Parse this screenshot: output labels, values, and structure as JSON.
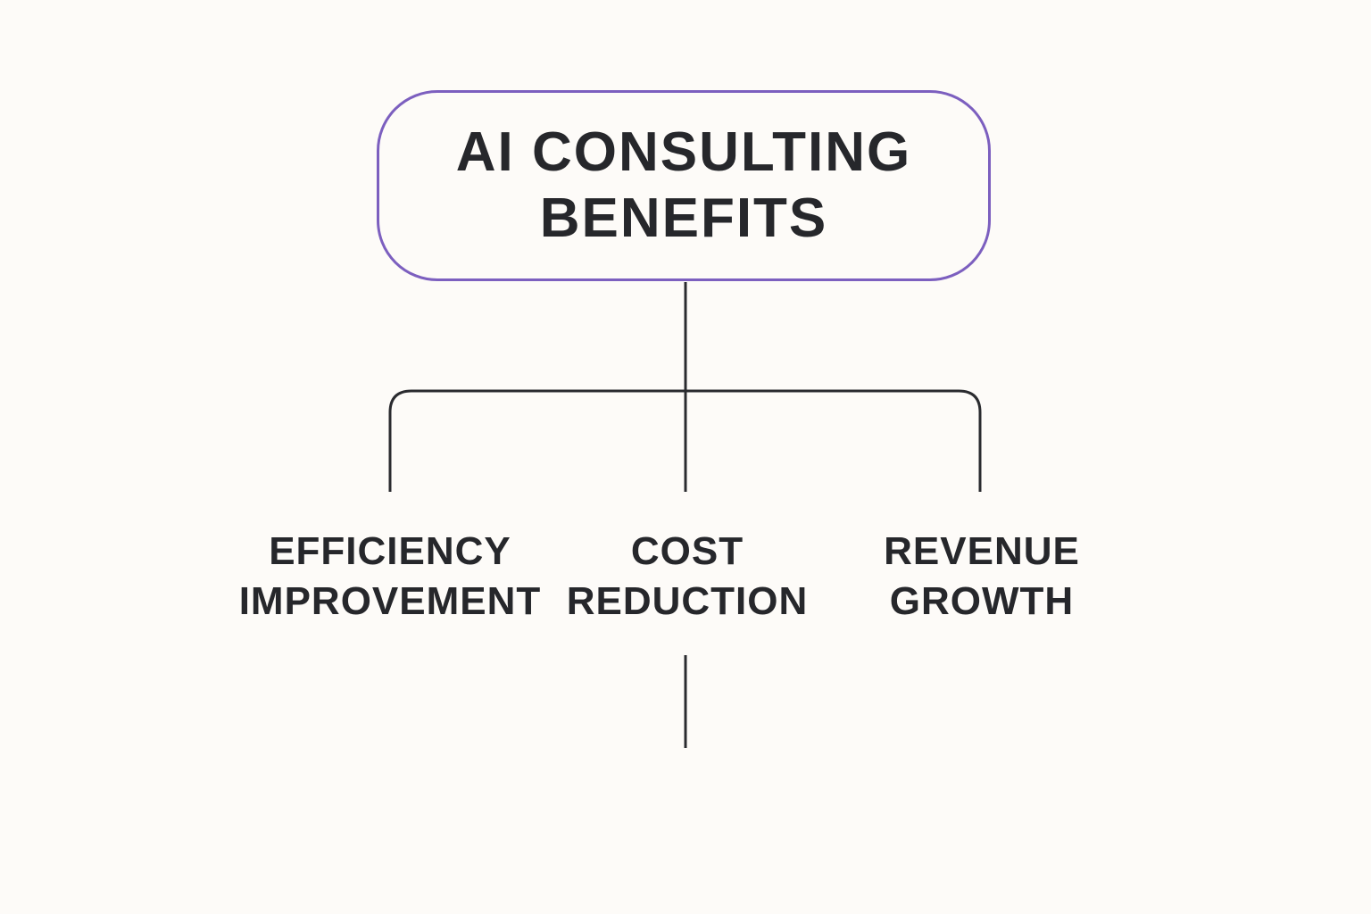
{
  "diagram": {
    "root": {
      "lines": [
        "AI CONSULTING",
        "BENEFITS"
      ]
    },
    "children": [
      {
        "lines": [
          "EFFICIENCY",
          "IMPROVEMENT"
        ]
      },
      {
        "lines": [
          "COST",
          "REDUCTION"
        ]
      },
      {
        "lines": [
          "REVENUE",
          "GROWTH"
        ]
      }
    ]
  },
  "colors": {
    "background": "#fdfbf8",
    "root_border": "#7c5fbf",
    "line": "#2a2b2f",
    "text": "#26272b"
  }
}
